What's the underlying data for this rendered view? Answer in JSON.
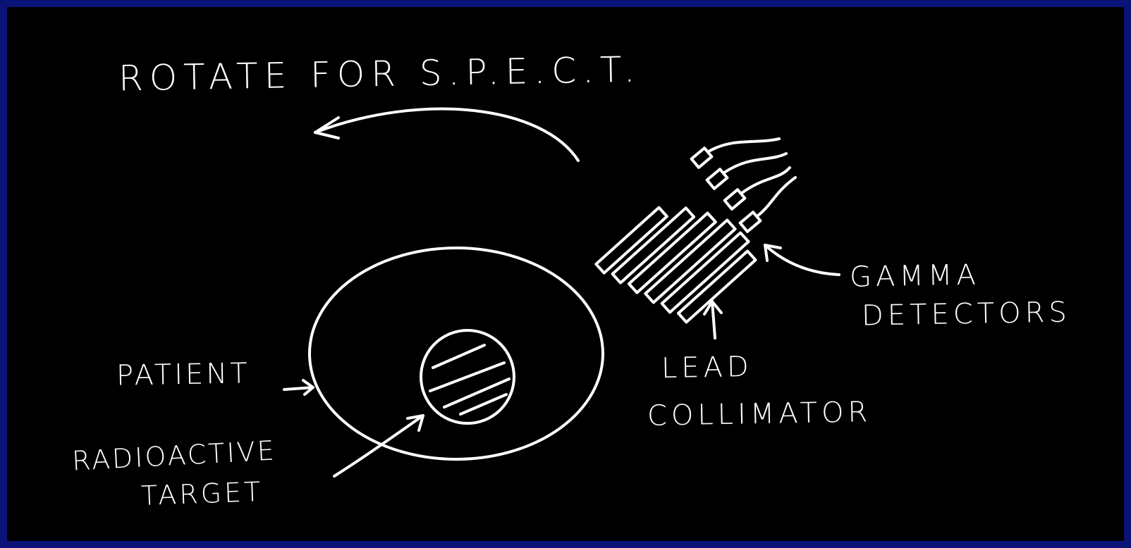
{
  "title": "ROTATE FOR S.P.E.C.T.",
  "labels": {
    "gamma_line1": "GAMMA",
    "gamma_line2": "DETECTORS",
    "lead_line1": "LEAD",
    "lead_line2": "COLLIMATOR",
    "patient": "PATIENT",
    "radioactive_line1": "RADIOACTIVE",
    "radioactive_line2": "TARGET"
  },
  "colors": {
    "background": "#000000",
    "frame": "#0a1478",
    "ink": "#ffffff"
  }
}
